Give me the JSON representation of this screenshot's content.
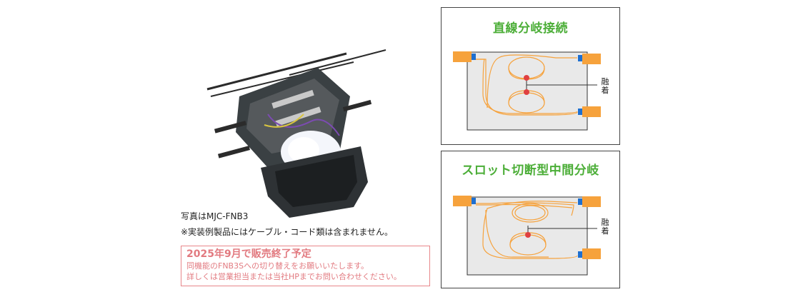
{
  "photo": {
    "caption_model": "写真はMJC-FNB3",
    "caption_note": "※実装例製品にはケーブル・コード類は含まれません。"
  },
  "notice": {
    "title": "2025年9月で販売終了予定",
    "line1": "同機能のFNB3Sへの切り替えをお願いいたします。",
    "line2": "詳しくは営業担当または当社HPまでお問い合わせください。"
  },
  "panels": [
    {
      "title": "直線分岐接続",
      "fusion_label_top": "融",
      "fusion_label_bottom": "着"
    },
    {
      "title": "スロット切断型中間分岐",
      "fusion_label_top": "融",
      "fusion_label_bottom": "着"
    }
  ],
  "colors": {
    "title_green": "#4cae38",
    "notice_pink": "#e27a80",
    "fiber_orange": "#f6a23c",
    "fusion_red": "#e04040",
    "port_blue": "#1e6fd0",
    "tray_gray": "#e9e9e9"
  }
}
